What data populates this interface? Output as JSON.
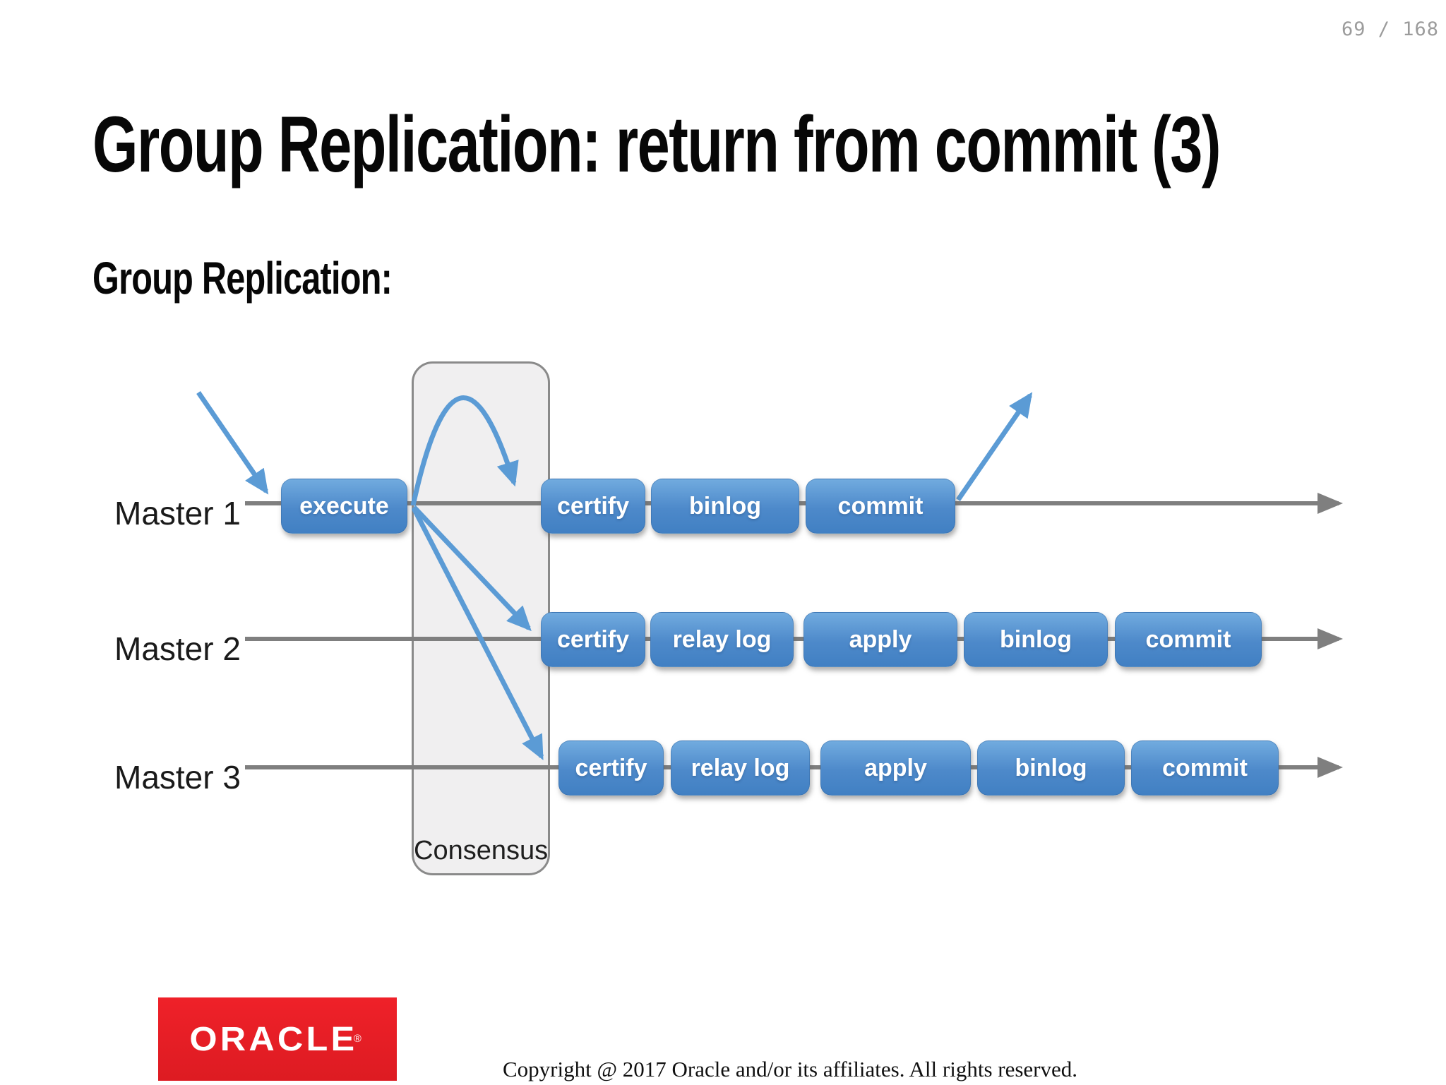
{
  "page": {
    "page_number": "69 / 168",
    "title": "Group Replication: return from commit (3)",
    "subtitle": "Group Replication:",
    "copyright": "Copyright @ 2017 Oracle and/or its affiliates. All rights reserved.",
    "logo_text": "ORACLE",
    "logo_registered_mark": "®"
  },
  "diagram": {
    "consensus_label": "Consensus",
    "rows": [
      {
        "label": "Master 1",
        "boxes": [
          "execute",
          "certify",
          "binlog",
          "commit"
        ]
      },
      {
        "label": "Master 2",
        "boxes": [
          "certify",
          "relay log",
          "apply",
          "binlog",
          "commit"
        ]
      },
      {
        "label": "Master 3",
        "boxes": [
          "certify",
          "relay log",
          "apply",
          "binlog",
          "commit"
        ]
      }
    ]
  },
  "colors": {
    "box_blue_top": "#71abdf",
    "box_blue_bottom": "#4180c3",
    "arrow_blue": "#5b9bd5",
    "timeline_gray": "#7f7f7f",
    "consensus_fill": "#f0eff0",
    "consensus_border": "#8a8a8a",
    "oracle_red": "#e41e26",
    "page_number_gray": "#9b9b9b"
  }
}
